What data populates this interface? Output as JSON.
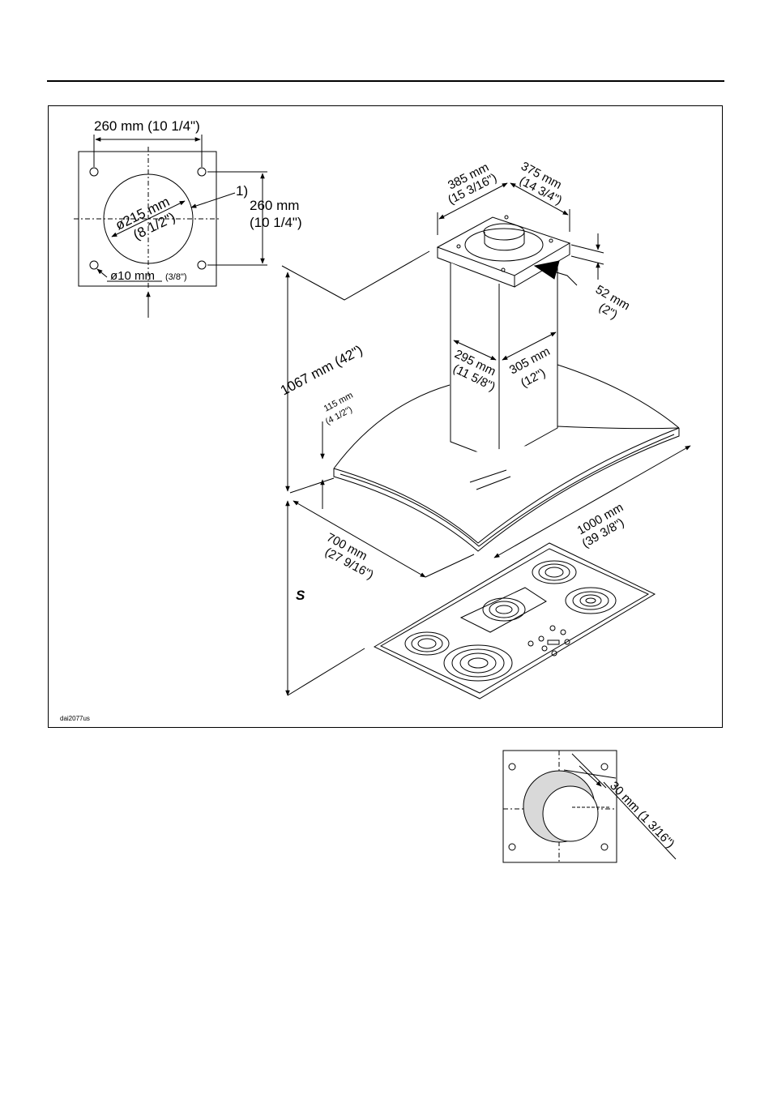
{
  "page": {
    "figure_code": "dai2077us"
  },
  "mount_plate": {
    "width_label": "260 mm (10 1/4\")",
    "height_label_mm": "260 mm",
    "height_label_in": "(10 1/4\")",
    "duct_label_mm": "ø215 mm",
    "duct_label_in": "(8 1/2\")",
    "hole_label_mm": "ø10 mm",
    "hole_label_in": "(3/8\")",
    "callout": "1)"
  },
  "hood": {
    "top_depth_mm": "385 mm",
    "top_depth_in": "(15 3/16\")",
    "top_width_mm": "375 mm",
    "top_width_in": "(14 3/4\")",
    "plate_thickness_mm": "52 mm",
    "plate_thickness_in": "(2\")",
    "chimney_depth_mm": "295 mm",
    "chimney_depth_in": "(11 5/8\")",
    "chimney_width_mm": "305 mm",
    "chimney_width_in": "(12\")",
    "height_total": "1067 mm (42\")",
    "canopy_height_mm": "115 mm",
    "canopy_height_in": "(4 1/2\")",
    "canopy_depth_mm": "700 mm",
    "canopy_depth_in": "(27 9/16\")",
    "canopy_width_mm": "1000 mm",
    "canopy_width_in": "(39 3/8\")",
    "clearance_symbol": "S"
  },
  "offset_plate": {
    "offset_label": "30 mm (1 3/16\")"
  }
}
